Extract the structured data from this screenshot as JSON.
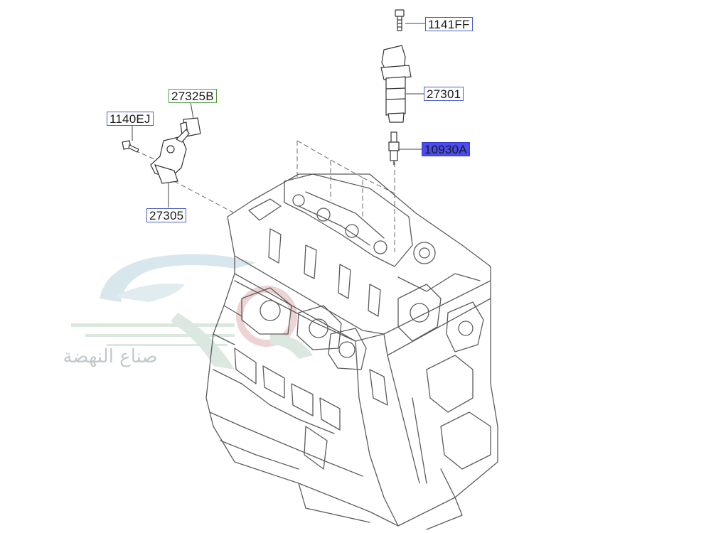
{
  "diagram": {
    "parts": [
      {
        "id": "bolt-top",
        "label": "1141FF",
        "border": "blue",
        "selected": false
      },
      {
        "id": "ignition-coil",
        "label": "27301",
        "border": "blue",
        "selected": false
      },
      {
        "id": "spark-plug",
        "label": "10930A",
        "border": "blue",
        "selected": true
      },
      {
        "id": "connector",
        "label": "27325B",
        "border": "green",
        "selected": false
      },
      {
        "id": "bolt-side",
        "label": "1140EJ",
        "border": "blue",
        "selected": false
      },
      {
        "id": "sensor-bracket",
        "label": "27305",
        "border": "blue",
        "selected": false
      }
    ],
    "watermark": {
      "text": "صناع النهضة"
    },
    "colors": {
      "label_border_blue": "#4b5fc9",
      "label_border_green": "#4f9a3f",
      "selected_fill": "#4a4bf0",
      "line_art": "#5c5c5c"
    }
  }
}
